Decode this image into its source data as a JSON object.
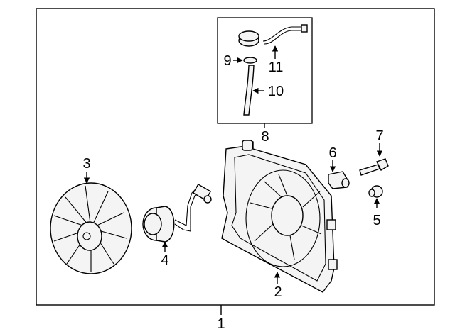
{
  "callouts": {
    "c1": "1",
    "c2": "2",
    "c3": "3",
    "c4": "4",
    "c5": "5",
    "c6": "6",
    "c7": "7",
    "c8": "8",
    "c9": "9",
    "c10": "10",
    "c11": "11"
  },
  "colors": {
    "line": "#000000",
    "background": "#ffffff",
    "part_fill": "#f4f4f4"
  }
}
